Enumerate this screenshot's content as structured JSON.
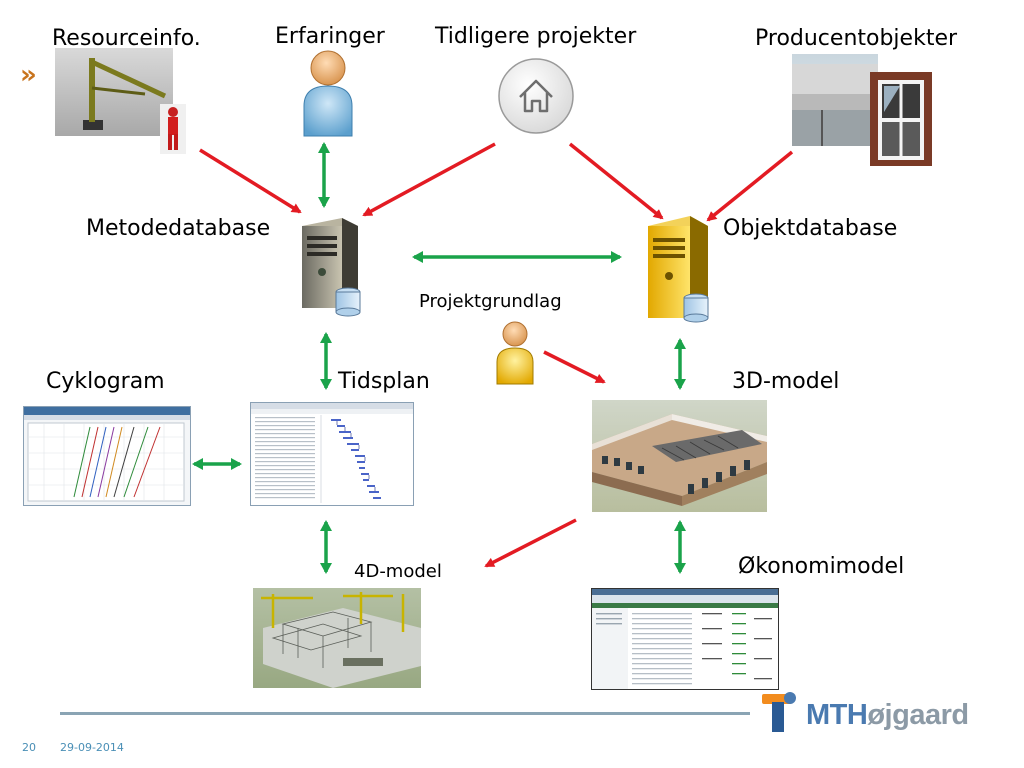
{
  "labels": {
    "resource": "Resourceinfo.",
    "erfaringer": "Erfaringer",
    "tidligere": "Tidligere projekter",
    "producent": "Producentobjekter",
    "metodedatabase": "Metodedatabase",
    "objektdatabase": "Objektdatabase",
    "projektgrundlag": "Projektgrundlag",
    "cyklogram": "Cyklogram",
    "tidsplan": "Tidsplan",
    "model3d": "3D-model",
    "model4d": "4D-model",
    "okonomi": "Økonomimodel"
  },
  "footer": {
    "page": "20",
    "date": "29-09-2014"
  },
  "logo": {
    "brand": "MTHøjgaard",
    "part_mt": "MTH",
    "part_rest": "øjgaard"
  },
  "icons": {
    "nav": "double-chevron-right",
    "home": "home-icon",
    "person": "person-icon",
    "server": "server-icon"
  },
  "colors": {
    "red_arrow": "#e31b23",
    "green_arrow": "#1aa34a",
    "accent": "#c8741e",
    "footer_text": "#4a8fb6",
    "logo_blue": "#4a7ab0",
    "logo_gray": "#8c9aa6"
  }
}
